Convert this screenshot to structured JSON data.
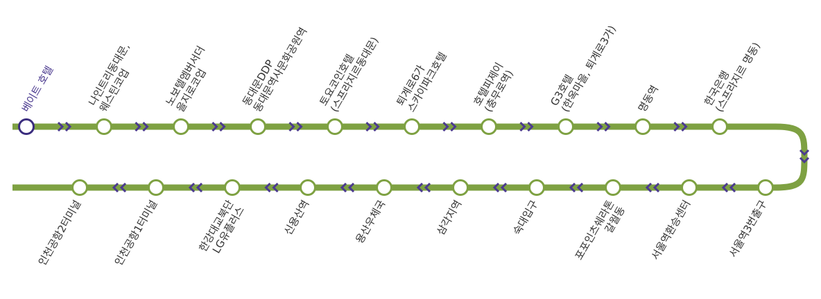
{
  "colors": {
    "line": "#7EA142",
    "arrow": "#4B3A8F",
    "station_fill": "#ffffff",
    "first_station_stroke": "#3A2C7E",
    "text": "#333333",
    "first_text": "#4B3A8F"
  },
  "direction_icon": "double-chevron",
  "top_row": {
    "stations": [
      {
        "lines": [
          "베이트 호텔"
        ]
      },
      {
        "lines": [
          "나인트리동대문,",
          "웨스틴코업"
        ]
      },
      {
        "lines": [
          "노보텔엠버서더",
          "을지로코업"
        ]
      },
      {
        "lines": [
          "동대문DDP",
          "동대문역사문화공원역"
        ]
      },
      {
        "lines": [
          "토요코인호텔",
          "(스프라지르동대문)"
        ]
      },
      {
        "lines": [
          "퇴계로6가",
          "스카이파크호텔"
        ]
      },
      {
        "lines": [
          "호텔피제이",
          "(충무로역)"
        ]
      },
      {
        "lines": [
          "G3호텔",
          "(한옥마을, 퇴계로3가)"
        ]
      },
      {
        "lines": [
          "명동역"
        ]
      },
      {
        "lines": [
          "한국은행",
          "(스프라지르 명동)"
        ]
      }
    ]
  },
  "bottom_row": {
    "stations": [
      {
        "lines": [
          "인천공항2터미널"
        ]
      },
      {
        "lines": [
          "인천공항1터미널"
        ]
      },
      {
        "lines": [
          "한강대교북단",
          "LG유플러스"
        ]
      },
      {
        "lines": [
          "신용산역"
        ]
      },
      {
        "lines": [
          "용산우체국"
        ]
      },
      {
        "lines": [
          "삼각지역"
        ]
      },
      {
        "lines": [
          "숙대입구"
        ]
      },
      {
        "lines": [
          "포포인츠쉐라톤",
          "갈월동"
        ]
      },
      {
        "lines": [
          "서울역환승센터"
        ]
      },
      {
        "lines": [
          "서울역3번출구"
        ]
      }
    ]
  }
}
